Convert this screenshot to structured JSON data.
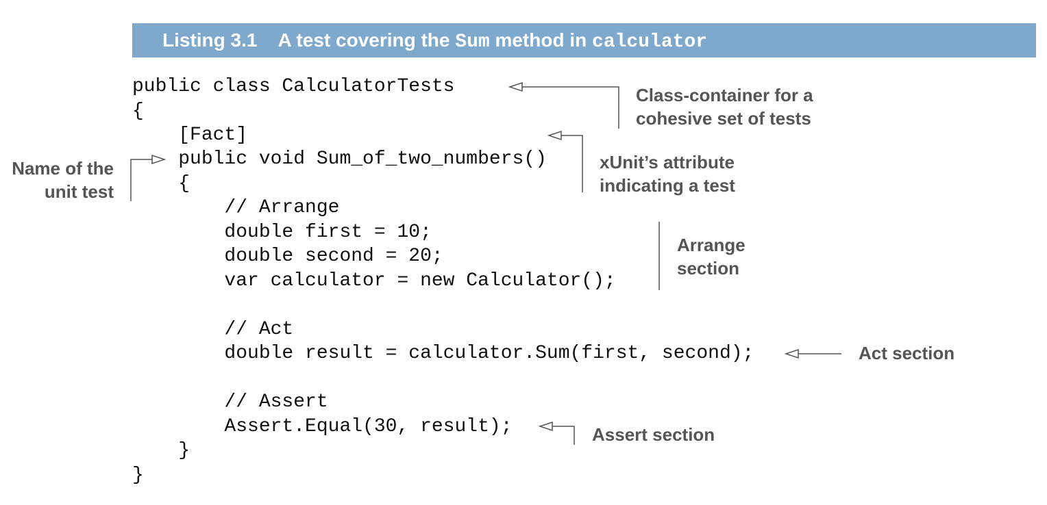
{
  "listing": {
    "label": "Listing 3.1",
    "title_prefix": "A test covering the ",
    "title_code_1": "Sum",
    "title_middle": " method in ",
    "title_code_2": "calculator"
  },
  "code_lines": [
    "public class CalculatorTests",
    "{",
    "    [Fact]",
    "    public void Sum_of_two_numbers()",
    "    {",
    "        // Arrange",
    "        double first = 10;",
    "        double second = 20;",
    "        var calculator = new Calculator();",
    "",
    "        // Act",
    "        double result = calculator.Sum(first, second);",
    "",
    "        // Assert",
    "        Assert.Equal(30, result);",
    "    }",
    "}"
  ],
  "annotations": {
    "class_container": [
      "Class-container for a",
      "cohesive set of tests"
    ],
    "xunit_attribute": [
      "xUnit’s attribute",
      "indicating a test"
    ],
    "test_name": [
      "Name of the",
      "unit test"
    ],
    "arrange": [
      "Arrange",
      "section"
    ],
    "act": "Act section",
    "assert": "Assert section"
  },
  "colors": {
    "banner": "#7fa8cd",
    "annotation_text": "#555555",
    "code_text": "#111111"
  }
}
